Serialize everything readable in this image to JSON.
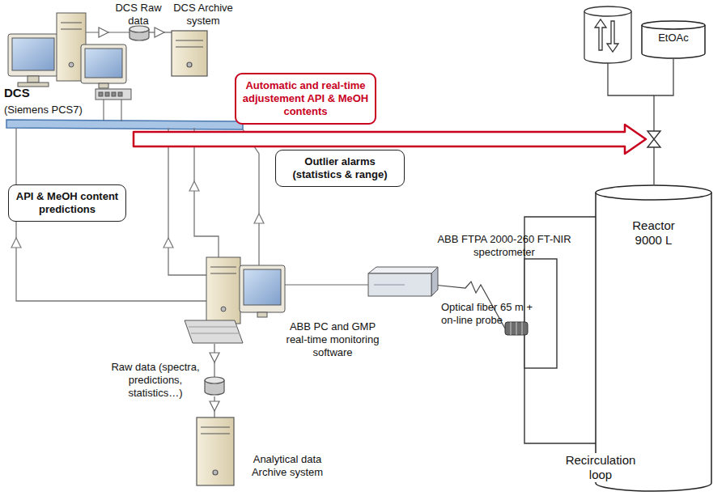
{
  "diagram": {
    "nodes": [
      {
        "text": [
          "Automatic and real-time adjustement API & MeOH contents"
        ]
      },
      {
        "text": [
          "EtOAc"
        ]
      },
      {
        "text": [
          "Outlier alarms (statistics & range)"
        ]
      },
      {
        "text": [
          "API & MeOH content predictions"
        ]
      },
      {
        "text": [
          "Reactor 9000 L"
        ]
      }
    ],
    "edges": [
      {
        "from": 1,
        "to": 4,
        "arrow": "none"
      }
    ],
    "labels": [
      "DCS",
      "(Siemens PCS7)",
      "DCS Raw data",
      "DCS Archive system",
      "ABB FTPA 2000-260 FT-NIR spectrometer",
      "ABB PC and GMP real-time monitoring software",
      "Optical fiber 65 m + on-line probe",
      "Raw data (spectra, predictions, statistics…)",
      "Analytical data Archive system",
      "Recirculation loop"
    ]
  }
}
